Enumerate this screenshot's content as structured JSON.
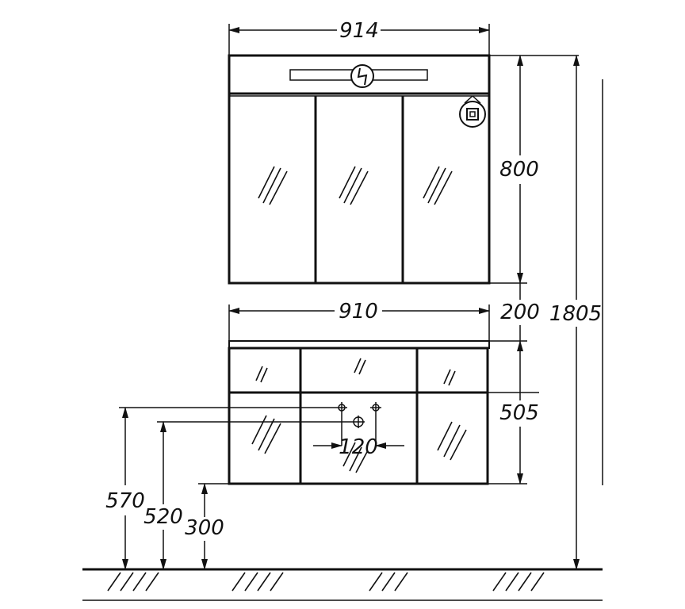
{
  "dimensions": {
    "cabinet_width": "914",
    "cabinet_height": "800",
    "gap_height": "200",
    "total_height": "1805",
    "vanity_width": "910",
    "vanity_height": "505",
    "outlet_spacing": "120",
    "height_570": "570",
    "height_520": "520",
    "height_300": "300"
  },
  "icons": {
    "electric": "lightning-bolt-icon",
    "socket": "socket-icon"
  }
}
